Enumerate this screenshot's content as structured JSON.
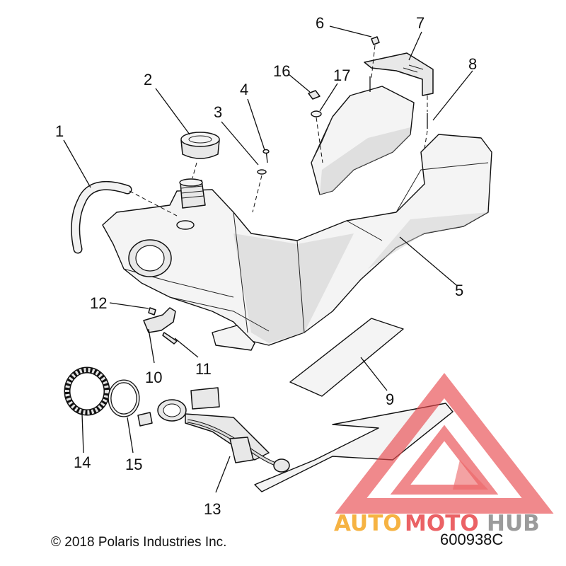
{
  "diagram": {
    "callouts": [
      {
        "id": "1",
        "label": "1"
      },
      {
        "id": "2",
        "label": "2"
      },
      {
        "id": "3",
        "label": "3"
      },
      {
        "id": "4",
        "label": "4"
      },
      {
        "id": "5",
        "label": "5"
      },
      {
        "id": "6",
        "label": "6"
      },
      {
        "id": "7",
        "label": "7"
      },
      {
        "id": "8",
        "label": "8"
      },
      {
        "id": "9",
        "label": "9"
      },
      {
        "id": "10",
        "label": "10"
      },
      {
        "id": "11",
        "label": "11"
      },
      {
        "id": "12",
        "label": "12"
      },
      {
        "id": "13",
        "label": "13"
      },
      {
        "id": "14",
        "label": "14"
      },
      {
        "id": "15",
        "label": "15"
      },
      {
        "id": "16",
        "label": "16"
      },
      {
        "id": "17",
        "label": "17"
      }
    ],
    "copyright": "© 2018 Polaris Industries Inc.",
    "part_number": "600938C"
  },
  "watermark": {
    "text_part1": "AUTO",
    "text_part2": "MOTO",
    "text_part3": "HUB",
    "color_orange": "#f5a623",
    "color_red": "#e8474b",
    "color_gray": "#8a8a8a"
  }
}
